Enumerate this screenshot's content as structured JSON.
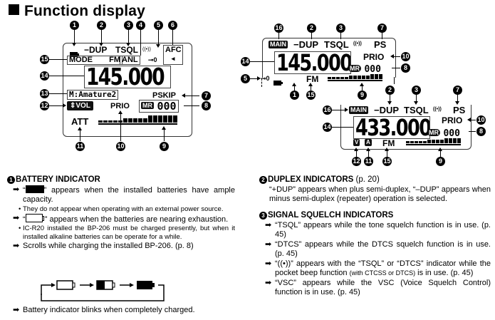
{
  "title": "Function display",
  "callouts": {
    "n1": "1",
    "n2": "2",
    "n3": "3",
    "n4": "4",
    "n5": "5",
    "n6": "6",
    "n7": "7",
    "n8": "8",
    "n9": "9",
    "n10": "10",
    "n11": "11",
    "n12": "12",
    "n13": "13",
    "n14": "14",
    "n15": "15",
    "n16": "16"
  },
  "lcd_left": {
    "dup": "−DUP",
    "tsql": "TSQL",
    "pocket_beep": "((•))",
    "afc": "AFC",
    "mode_label": "MODE",
    "mode_value": "FM",
    "anl": "ANL",
    "key_lock": "⊸0",
    "speaker": "◂",
    "frequency": "145.000",
    "memory_name": "M:Amature2",
    "pskip": "PSKIP",
    "vol": "⇕VOL",
    "prio": "PRIO",
    "mr": "MR",
    "channel": "000",
    "att": "ATT"
  },
  "lcd_right_top": {
    "main": "MAIN",
    "dup": "−DUP",
    "tsql": "TSQL",
    "pocket_beep": "((•))",
    "ps": "PS",
    "frequency": "145.000",
    "prio": "PRIO",
    "mr": "MR",
    "channel": "000",
    "key_lock": "⊸0",
    "mode": "FM"
  },
  "lcd_right_bottom": {
    "main": "MAIN",
    "dup": "−DUP",
    "tsql": "TSQL",
    "pocket_beep": "((•))",
    "ps": "PS",
    "frequency": "433.000",
    "prio": "PRIO",
    "mr": "MR",
    "channel": "000",
    "v_icon": "V",
    "a_icon": "A",
    "mode": "FM"
  },
  "sections": {
    "battery": {
      "num": "1",
      "heading": "BATTERY INDICATOR",
      "items": [
        {
          "pre": "“",
          "post": "” appears when the installed batteries have ample capacity."
        },
        {
          "pre": "“",
          "post": "” appears when the batteries are nearing exhaustion."
        },
        {
          "text": "Scrolls while charging the installed BP-206. (p. 8)"
        },
        {
          "text": "Battery indicator blinks when completely charged."
        }
      ],
      "notes": [
        "They do not appear when operating with an external power source.",
        "IC-R20 installed the BP-206 must be charged presently, but when it installed alkaline batteries can be operate for a while."
      ]
    },
    "duplex": {
      "num": "2",
      "heading": "DUPLEX INDICATORS",
      "page_ref": "(p. 20)",
      "text": "“+DUP” appears when plus semi-duplex, “–DUP” appears when minus semi-duplex (repeater) operation is selected."
    },
    "squelch": {
      "num": "3",
      "heading": "SIGNAL SQUELCH INDICATORS",
      "items": [
        "“TSQL” appears while the tone squelch function is in use. (p. 45)",
        "“DTCS” appears while the DTCS squelch function is in use. (p. 45)",
        "“VSC” appears while the VSC (Voice Squelch Control) function is in use. (p. 45)"
      ],
      "beep_pre": "“((•))” appears with the “TSQL” or “DTCS” indicator while the pocket beep function ",
      "beep_small": "(with CTCSS or DTCS)",
      "beep_post": " is in use. (p. 45)"
    }
  }
}
